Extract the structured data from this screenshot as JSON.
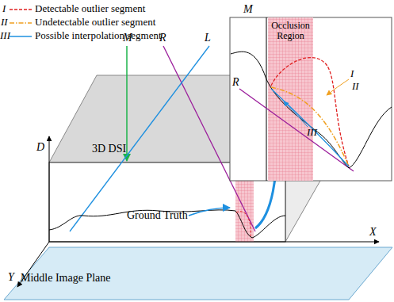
{
  "diagram": {
    "nodes": [
      {
        "text": [
          "Middle Image Plane"
        ]
      },
      {
        "text": [
          "Occlusion Region"
        ]
      }
    ],
    "labels": [
      "I",
      "II",
      "III",
      "M",
      "R",
      "L",
      "3D DSI",
      "D",
      "X",
      "Y",
      "Ground Truth",
      "M",
      "R",
      "I",
      "II",
      "III"
    ],
    "legend": [
      {
        "text": "Detectable outlier segment"
      },
      {
        "text": "Undetectable outlier segment"
      },
      {
        "text": "Possible interpolation segment"
      }
    ]
  }
}
